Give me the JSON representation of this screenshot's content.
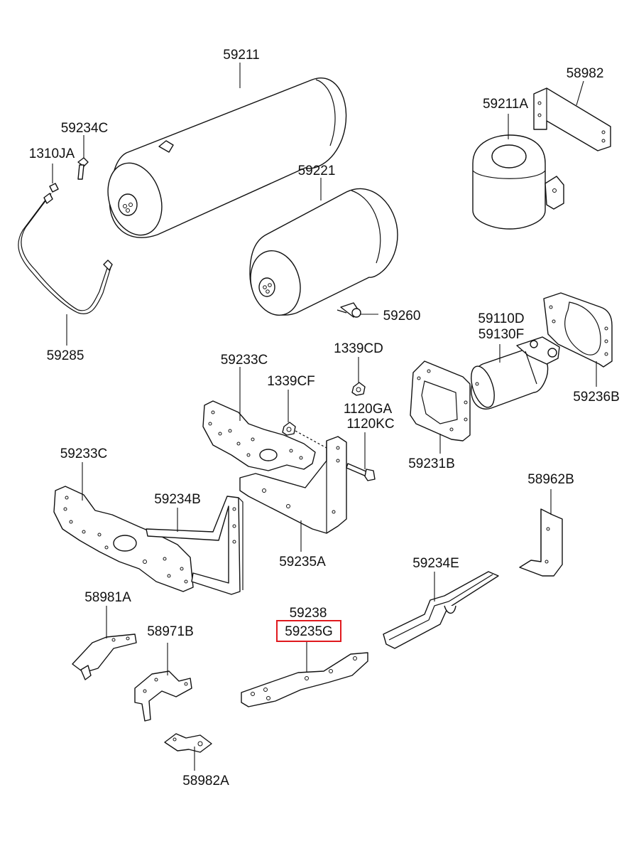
{
  "labels": {
    "p59211": "59211",
    "p58982": "58982",
    "p59211A": "59211A",
    "p59234C": "59234C",
    "p1310JA": "1310JA",
    "p59221": "59221",
    "p59260": "59260",
    "p59285": "59285",
    "p59233C_top": "59233C",
    "p1339CD": "1339CD",
    "p59110D": "59110D",
    "p59130F": "59130F",
    "p1339CF": "1339CF",
    "p59236B": "59236B",
    "p1120GA": "1120GA",
    "p1120KC": "1120KC",
    "p59231B": "59231B",
    "p59233C_left": "59233C",
    "p58962B": "58962B",
    "p59234B": "59234B",
    "p59235A": "59235A",
    "p59234E": "59234E",
    "p58981A": "58981A",
    "p59238": "59238",
    "p59235G": "59235G",
    "p58971B": "58971B",
    "p58982A": "58982A"
  },
  "highlighted_part": "59235G",
  "colors": {
    "highlight": "#e0191e",
    "line": "#111111",
    "background": "#ffffff"
  }
}
